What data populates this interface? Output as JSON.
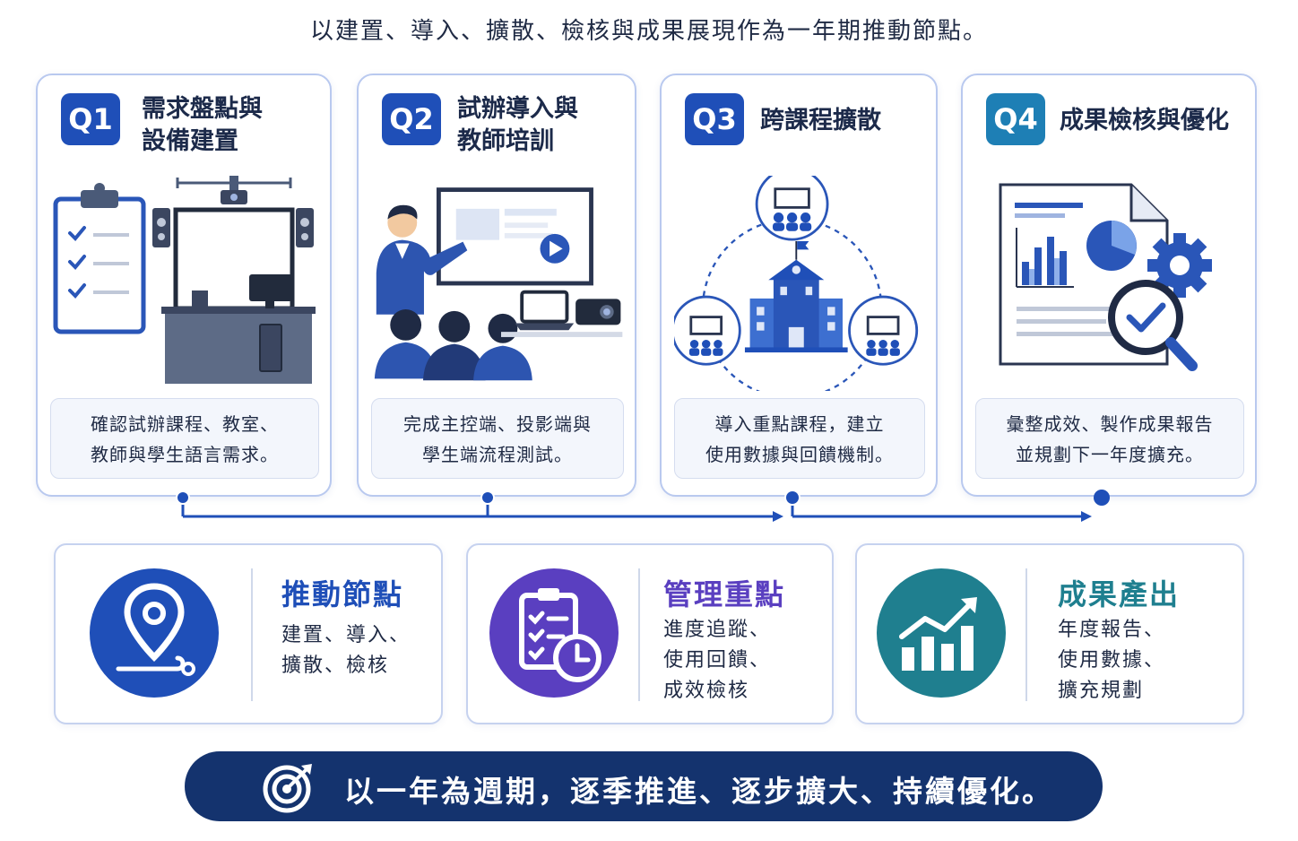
{
  "title": "以建置、導入、擴散、檢核與成果展現作為一年期推動節點。",
  "quarters": [
    {
      "badge": "Q1",
      "title_lines": [
        "需求盤點與",
        "設備建置"
      ],
      "desc_lines": [
        "確認試辦課程、教室、",
        "教師與學生語言需求。"
      ],
      "badge_color": "#1f4fb8"
    },
    {
      "badge": "Q2",
      "title_lines": [
        "試辦導入與",
        "教師培訓"
      ],
      "desc_lines": [
        "完成主控端、投影端與",
        "學生端流程測試。"
      ],
      "badge_color": "#1f4fb8"
    },
    {
      "badge": "Q3",
      "title_lines": [
        "跨課程擴散"
      ],
      "desc_lines": [
        "導入重點課程，建立",
        "使用數據與回饋機制。"
      ],
      "badge_color": "#1f4fb8"
    },
    {
      "badge": "Q4",
      "title_lines": [
        "成果檢核與優化"
      ],
      "desc_lines": [
        "彙整成效、製作成果報告",
        "並規劃下一年度擴充。"
      ],
      "badge_color": "#1e7fb5"
    }
  ],
  "bottom_cards": [
    {
      "title": "推動節點",
      "lines": [
        "建置、導入、",
        "擴散、檢核"
      ],
      "icon": "location-pin-icon",
      "color": "#1f4fb8"
    },
    {
      "title": "管理重點",
      "lines": [
        "進度追蹤、",
        "使用回饋、",
        "成效檢核"
      ],
      "icon": "clipboard-clock-icon",
      "color": "#5a3fc0"
    },
    {
      "title": "成果產出",
      "lines": [
        "年度報告、",
        "使用數據、",
        "擴充規劃"
      ],
      "icon": "growth-chart-icon",
      "color": "#1f7f8f"
    }
  ],
  "banner": {
    "text": "以一年為週期，逐季推進、逐步擴大、持續優化。",
    "icon": "target-icon"
  }
}
